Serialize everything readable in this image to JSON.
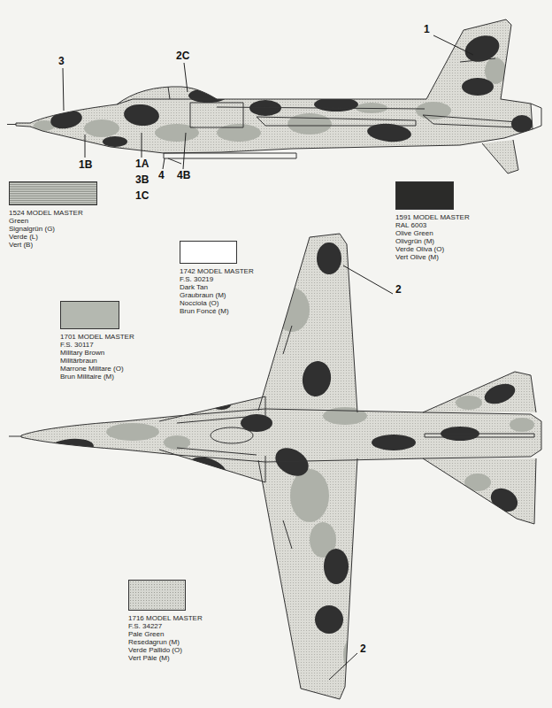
{
  "diagram": {
    "nodes": [
      {
        "text": [
          "1524 MODEL MASTER",
          "Green",
          "Signalgrün (G)",
          "Verde (L)",
          "Vert (B)"
        ]
      },
      {
        "text": [
          "1591 MODEL MASTER",
          "RAL 6003",
          "Olive Green",
          "Olivgrün (M)",
          "Verde Oliva (O)",
          "Vert Olive (M)"
        ]
      },
      {
        "text": [
          "1742 MODEL MASTER",
          "F.S. 30219",
          "Dark Tan",
          "Graubraun (M)",
          "Nocciola (O)",
          "Brun Foncé (M)"
        ]
      },
      {
        "text": [
          "1701 MODEL MASTER",
          "F.S. 30117",
          "Military Brown",
          "Militärbraun",
          "Marrone Militare (O)",
          "Brun Militaire (M)"
        ]
      },
      {
        "text": [
          "1716 MODEL MASTER",
          "F.S. 34227",
          "Pale Green",
          "Resedagrun (M)",
          "Verde Pallido (O)",
          "Vert Pâle (M)"
        ]
      }
    ],
    "labels": [
      "1",
      "2C",
      "3",
      "1B",
      "1A",
      "3B",
      "1C",
      "4",
      "4B",
      "2",
      "2"
    ]
  }
}
